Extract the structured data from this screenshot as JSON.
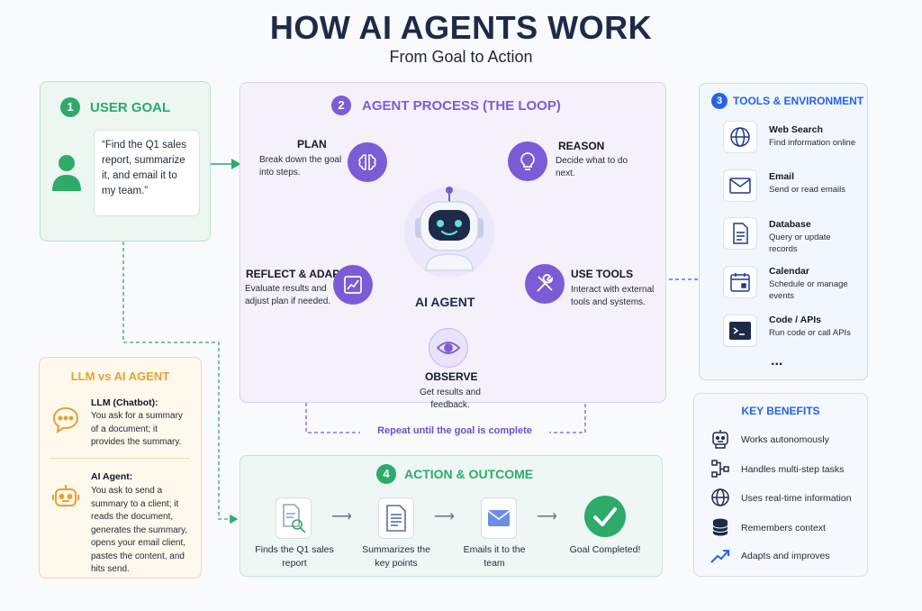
{
  "title": "HOW AI AGENTS WORK",
  "subtitle": "From Goal to Action",
  "user_goal": {
    "number": "1",
    "title": "USER GOAL",
    "quote": "“Find the Q1 sales report, summarize it, and email it to my team.”",
    "icon": "user-icon"
  },
  "process": {
    "number": "2",
    "title": "AGENT PROCESS (THE LOOP)",
    "center_label": "AI AGENT",
    "plan": {
      "title": "PLAN",
      "desc": "Break down the goal into steps.",
      "icon": "brain-icon"
    },
    "reason": {
      "title": "REASON",
      "desc": "Decide what to do next.",
      "icon": "lightbulb-icon"
    },
    "use_tools": {
      "title": "USE TOOLS",
      "desc": "Interact with external tools and systems.",
      "icon": "tools-icon"
    },
    "observe": {
      "title": "OBSERVE",
      "desc": "Get results and feedback.",
      "icon": "eye-icon"
    },
    "reflect": {
      "title": "REFLECT & ADAPT",
      "desc": "Evaluate results and adjust plan if needed.",
      "icon": "chart-icon"
    },
    "repeat": "Repeat until the goal is complete"
  },
  "tools": {
    "number": "3",
    "title": "TOOLS & ENVIRONMENT",
    "items": [
      {
        "name": "Web Search",
        "desc": "Find information online",
        "icon": "globe-icon"
      },
      {
        "name": "Email",
        "desc": "Send or read emails",
        "icon": "mail-icon"
      },
      {
        "name": "Database",
        "desc": "Query or update records",
        "icon": "document-icon"
      },
      {
        "name": "Calendar",
        "desc": "Schedule or manage events",
        "icon": "calendar-icon"
      },
      {
        "name": "Code / APIs",
        "desc": "Run code or call APIs",
        "icon": "terminal-icon"
      }
    ],
    "more": "..."
  },
  "llm_vs_agent": {
    "title": "LLM vs AI AGENT",
    "llm": {
      "title": "LLM (Chatbot):",
      "desc": "You ask for a summary of a document; it provides the summary."
    },
    "agent": {
      "title": "AI Agent:",
      "desc": "You ask to send a summary to a client; it reads the document, generates the summary, opens your email client, pastes the content, and hits send."
    }
  },
  "outcome": {
    "number": "4",
    "title": "ACTION & OUTCOME",
    "steps": [
      {
        "label": "Finds the Q1 sales report",
        "icon": "search-document-icon"
      },
      {
        "label": "Summarizes the key points",
        "icon": "summary-icon"
      },
      {
        "label": "Emails it to the team",
        "icon": "mail-icon"
      },
      {
        "label": "Goal Completed!",
        "icon": "checkmark-icon"
      }
    ]
  },
  "benefits": {
    "title": "KEY BENEFITS",
    "items": [
      {
        "label": "Works autonomously",
        "icon": "robot-icon"
      },
      {
        "label": "Handles multi-step tasks",
        "icon": "flow-icon"
      },
      {
        "label": "Uses real-time information",
        "icon": "globe-icon"
      },
      {
        "label": "Remembers context",
        "icon": "database-icon"
      },
      {
        "label": "Adapts and improves",
        "icon": "trend-icon"
      }
    ]
  },
  "colors": {
    "navy": "#1e2a4a",
    "green": "#2eaa6b",
    "purple": "#7c5cd6",
    "blue": "#2563eb",
    "orange": "#e5a230"
  }
}
